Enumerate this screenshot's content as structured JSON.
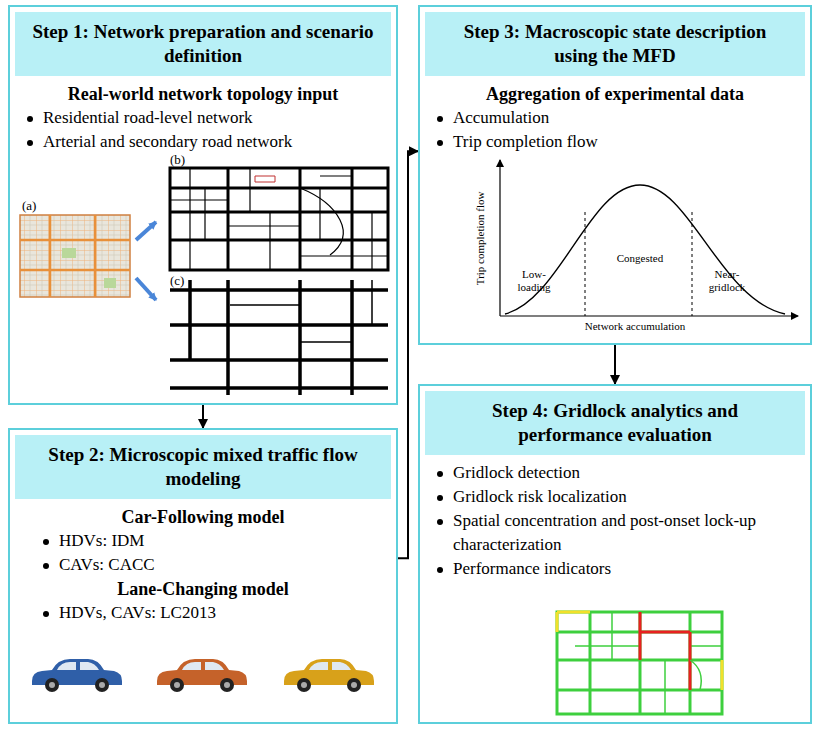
{
  "diagram": {
    "nodes": [
      {
        "text": [
          "Step 1: Network preparation and scenario definition",
          "Real-world network topology input",
          "Residential road-level network",
          "Arterial and secondary road network"
        ]
      },
      {
        "text": [
          "Step 2: Microscopic mixed traffic flow modeling",
          "Car-Following model",
          "HDVs: IDM",
          "CAVs: CACC",
          "Lane-Changing model",
          "HDVs, CAVs: LC2013"
        ]
      },
      {
        "text": [
          "Step 3: Macroscopic state description using the MFD",
          "Aggregation of experimental data",
          "Accumulation",
          "Trip completion flow"
        ]
      },
      {
        "text": [
          "Step 4: Gridlock analytics and performance evaluation",
          "Gridlock detection",
          "Gridlock risk localization",
          "Spatial concentration and post-onset lock-up characterization",
          "Performance indicators"
        ]
      }
    ],
    "edges": [
      {
        "from": 0,
        "to": 1,
        "arrow": "to"
      },
      {
        "from": 1,
        "to": 2,
        "arrow": "to"
      },
      {
        "from": 2,
        "to": 3,
        "arrow": "to"
      }
    ],
    "labels": [
      "(a)",
      "(b)",
      "(c)",
      "Trip completion flow",
      "Low-loading",
      "Congested",
      "Near-gridlock",
      "Network accumulation"
    ]
  }
}
